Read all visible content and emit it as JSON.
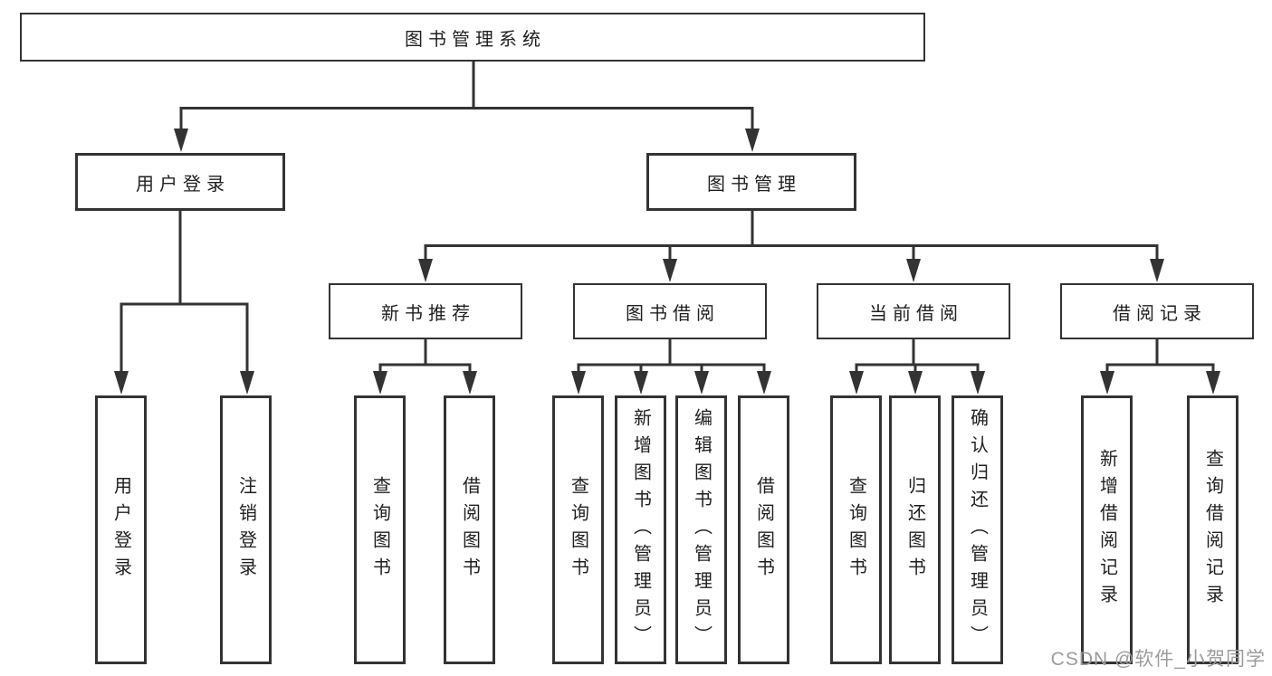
{
  "diagram": {
    "root": {
      "label": "图书管理系统"
    },
    "level2": [
      {
        "id": "user-login",
        "label": "用户登录"
      },
      {
        "id": "book-management",
        "label": "图书管理"
      }
    ],
    "level3": [
      {
        "id": "new-book-recommend",
        "label": "新书推荐",
        "parent": "图书管理"
      },
      {
        "id": "book-borrowing",
        "label": "图书借阅",
        "parent": "图书管理"
      },
      {
        "id": "current-borrowing",
        "label": "当前借阅",
        "parent": "图书管理"
      },
      {
        "id": "borrowing-records",
        "label": "借阅记录",
        "parent": "图书管理"
      }
    ],
    "level4": [
      {
        "id": "user-login-action",
        "label": "用户登录",
        "parent": "用户登录"
      },
      {
        "id": "logout-action",
        "label": "注销登录",
        "parent": "用户登录"
      },
      {
        "id": "query-books-recommend",
        "label": "查询图书",
        "parent": "新书推荐"
      },
      {
        "id": "borrow-books-recommend",
        "label": "借阅图书",
        "parent": "新书推荐"
      },
      {
        "id": "query-books-borrowing",
        "label": "查询图书",
        "parent": "图书借阅"
      },
      {
        "id": "add-books-admin",
        "label": "新增图书（管理员）",
        "parent": "图书借阅"
      },
      {
        "id": "edit-books-admin",
        "label": "编辑图书（管理员）",
        "parent": "图书借阅"
      },
      {
        "id": "borrow-books-borrowing",
        "label": "借阅图书",
        "parent": "图书借阅"
      },
      {
        "id": "query-books-current",
        "label": "查询图书",
        "parent": "当前借阅"
      },
      {
        "id": "return-books",
        "label": "归还图书",
        "parent": "当前借阅"
      },
      {
        "id": "confirm-return-admin",
        "label": "确认归还（管理员）",
        "parent": "当前借阅"
      },
      {
        "id": "add-borrow-record",
        "label": "新增借阅记录",
        "parent": "借阅记录"
      },
      {
        "id": "query-borrow-record",
        "label": "查询借阅记录",
        "parent": "借阅记录"
      }
    ],
    "watermark": "CSDN @软件_小贺同学",
    "colors": {
      "line": "#333333",
      "box_border": "#333333",
      "box_fill": "#ffffff",
      "text": "#1f1f1f",
      "watermark": "#9c9c9c",
      "background": "#ffffff"
    }
  }
}
